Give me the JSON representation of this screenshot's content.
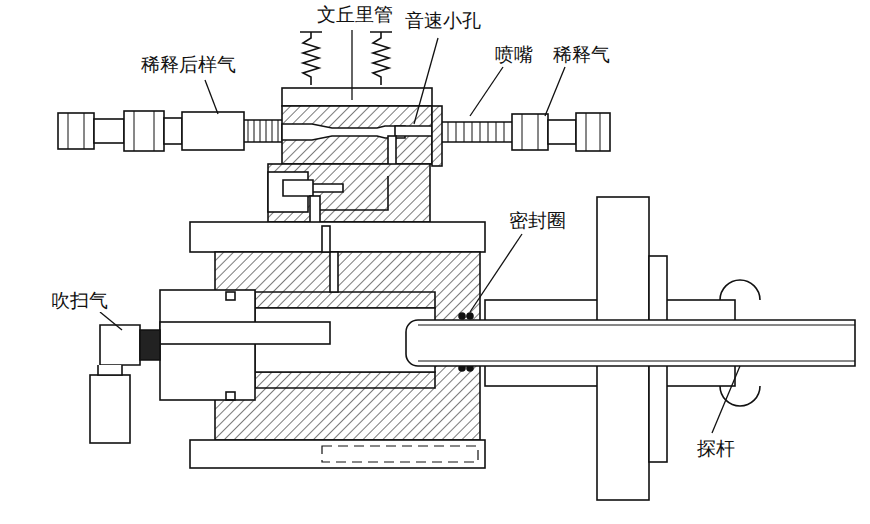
{
  "diagram": {
    "labels": [
      "文丘里管",
      "音速小孔",
      "稀释后样气",
      "喷嘴",
      "稀释气",
      "密封圈",
      "吹扫气",
      "探杆"
    ]
  }
}
